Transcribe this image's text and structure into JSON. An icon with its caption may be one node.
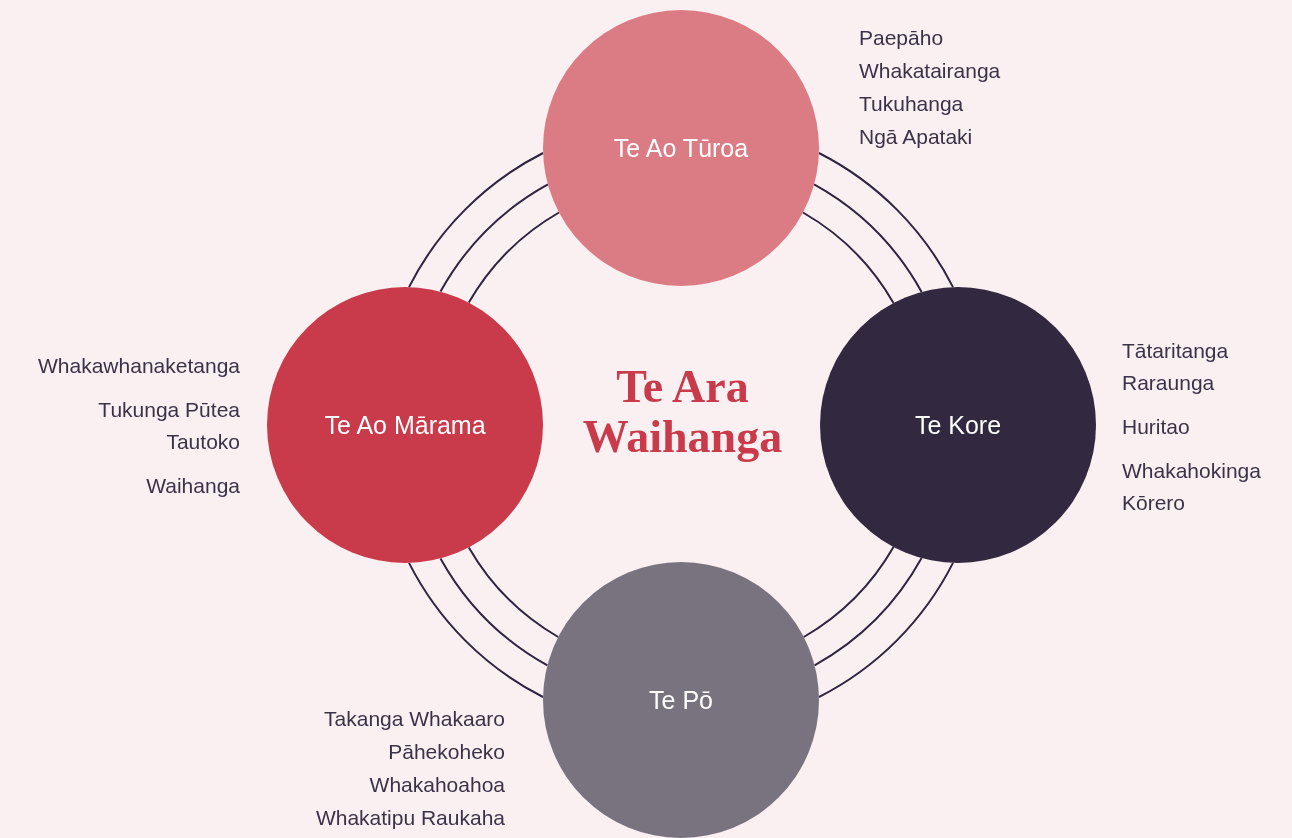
{
  "diagram": {
    "title": "Te Ara Waihanga",
    "nodes": [
      {
        "text": [
          "Te Ao Tūroa"
        ],
        "beside": [
          "Paepāho",
          "Whakatairanga",
          "Tukuhanga",
          "Ngā Apataki"
        ]
      },
      {
        "text": [
          "Te Kore"
        ],
        "beside": [
          "Tātaritanga Raraunga",
          "Huritao",
          "Whakahokinga Kōrero"
        ]
      },
      {
        "text": [
          "Te Pō"
        ],
        "beside": [
          "Takanga Whakaaro",
          "Pāhekoheko",
          "Whakahoahoa",
          "Whakatipu Raukaha"
        ]
      },
      {
        "text": [
          "Te Ao Mārama"
        ],
        "beside": [
          "Whakawhanaketanga",
          "Tukunga Pūtea Tautoko",
          "Waihanga"
        ]
      }
    ],
    "edges": [
      {
        "from": 0,
        "to": 1,
        "arrow": "none"
      },
      {
        "from": 0,
        "to": 1,
        "arrow": "none"
      },
      {
        "from": 0,
        "to": 1,
        "arrow": "none"
      },
      {
        "from": 1,
        "to": 2,
        "arrow": "none"
      },
      {
        "from": 1,
        "to": 2,
        "arrow": "none"
      },
      {
        "from": 1,
        "to": 2,
        "arrow": "none"
      },
      {
        "from": 2,
        "to": 3,
        "arrow": "none"
      },
      {
        "from": 2,
        "to": 3,
        "arrow": "none"
      },
      {
        "from": 2,
        "to": 3,
        "arrow": "none"
      },
      {
        "from": 3,
        "to": 0,
        "arrow": "none"
      },
      {
        "from": 3,
        "to": 0,
        "arrow": "none"
      },
      {
        "from": 3,
        "to": 0,
        "arrow": "none"
      }
    ]
  }
}
